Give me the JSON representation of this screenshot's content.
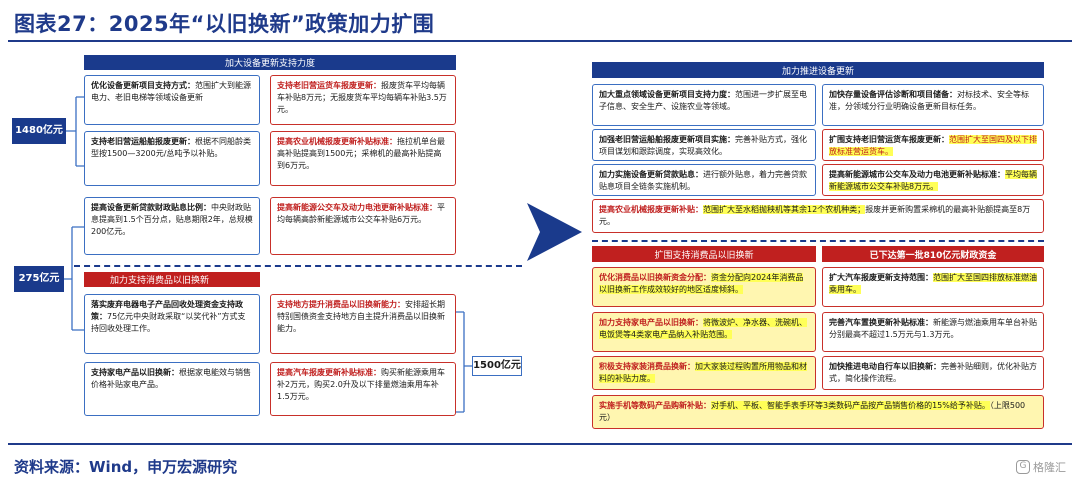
{
  "title": "图表27：2025年“以旧换新”政策加力扩围",
  "source": "资料来源：Wind，申万宏源研究",
  "watermark": "格隆汇",
  "left": {
    "header_top": "加大设备更新支持力度",
    "header_mid": "加力支持消费品以旧换新",
    "amount_1480": "1480亿元",
    "amount_275": "275亿元",
    "amount_1500": "1500亿元",
    "boxes": [
      {
        "kw": "优化设备更新项目支持方式：",
        "text": "范围扩大到能源电力、老旧电梯等领域设备更新"
      },
      {
        "kw": "支持老旧营运货车报废更新：",
        "text": "报废货车平均每辆车补贴8万元；无报废货车平均每辆车补贴3.5万元。"
      },
      {
        "kw": "支持老旧营运船舶报废更新：",
        "text": "根据不同船龄类型按1500—3200元/总吨予以补贴。"
      },
      {
        "kw": "提高农业机械报废更新补贴标准：",
        "text": "拖拉机单台最高补贴提高到1500元；采棉机的最高补贴提高到6万元。"
      },
      {
        "kw": "提高设备更新贷款财政贴息比例：",
        "text": "中央财政贴息提高到1.5个百分点，贴息期限2年，总规模200亿元。"
      },
      {
        "kw": "提高新能源公交车及动力电池更新补贴标准：",
        "text": "平均每辆高龄新能源城市公交车补贴6万元。"
      },
      {
        "kw": "落实废弃电器电子产品回收处理资金支持政策：",
        "text": "75亿元中央财政采取“以奖代补”方式支持回收处理工作。"
      },
      {
        "kw": "支持地方提升消费品以旧换新能力：",
        "text": "安排超长期特别国债资金支持地方自主提升消费品以旧换新能力。"
      },
      {
        "kw": "支持家电产品以旧换新：",
        "text": "根据家电能效与销售价格补贴家电产品。"
      },
      {
        "kw": "提高汽车报废更新补贴标准：",
        "text": "购买新能源乘用车补2万元，购买2.0升及以下排量燃油乘用车补1.5万元。"
      }
    ]
  },
  "right": {
    "header_top": "加力推进设备更新",
    "header_consumer": "扩围支持消费品以旧换新",
    "header_fund": "已下达第一批810亿元财政资金",
    "boxes": [
      {
        "kw": "加大重点领域设备更新项目支持力度：",
        "text": "范围进一步扩展至电子信息、安全生产、设施农业等领域。"
      },
      {
        "kw": "加快存量设备评估诊断和项目储备：",
        "text": "对标技术、安全等标准，分领域分行业明确设备更新目标任务。"
      },
      {
        "kw": "加强老旧营运船舶报废更新项目实施：",
        "text": "完善补贴方式，强化项目谋划和跟踪调度，实现高效化。"
      },
      {
        "kw": "扩围支持老旧营运货车报废更新：",
        "mark": "范围扩大至国四及以下排放标准营运货车。"
      },
      {
        "kw": "加力实施设备更新贷款贴息：",
        "text": "进行额外贴息，着力完善贷款贴息项目全链条实施机制。"
      },
      {
        "kw": "提高新能源城市公交车及动力电池更新补贴标准：",
        "mark": "平均每辆新能源城市公交车补贴8万元。"
      },
      {
        "kw": "提高农业机械报废更新补贴：",
        "mark": "范围扩大至水稻抛秧机等其余12个农机种类；",
        "text": "报废并更新购置采棉机的最高补贴额提高至8万元。"
      },
      {
        "kw": "优化消费品以旧换新资金分配：",
        "mark": "资金分配向2024年消费品以旧换新工作成效较好的地区适度倾斜。"
      },
      {
        "kw": "扩大汽车报废更新支持范围：",
        "mark": "范围扩大至国四排放标准燃油乘用车。"
      },
      {
        "kw": "加力支持家电产品以旧换新：",
        "mark": "将微波炉、净水器、洗碗机、电饭煲等4类家电产品纳入补贴范围。"
      },
      {
        "kw": "完善汽车置换更新补贴标准：",
        "text": "新能源与燃油乘用车单台补贴分别最高不超过1.5万元与1.3万元。"
      },
      {
        "kw": "积极支持家装消费品换新：",
        "mark": "加大家装过程购置所用物品和材料的补贴力度。"
      },
      {
        "kw": "加快推进电动自行车以旧换新：",
        "text": "完善补贴细则，优化补贴方式，简化操作流程。"
      },
      {
        "kw": "实施手机等数码产品购新补贴：",
        "mark": "对手机、平板、智能手表手环等3类数码产品按产品销售价格的15%给予补贴。",
        "text": "（上限500元）"
      }
    ]
  }
}
